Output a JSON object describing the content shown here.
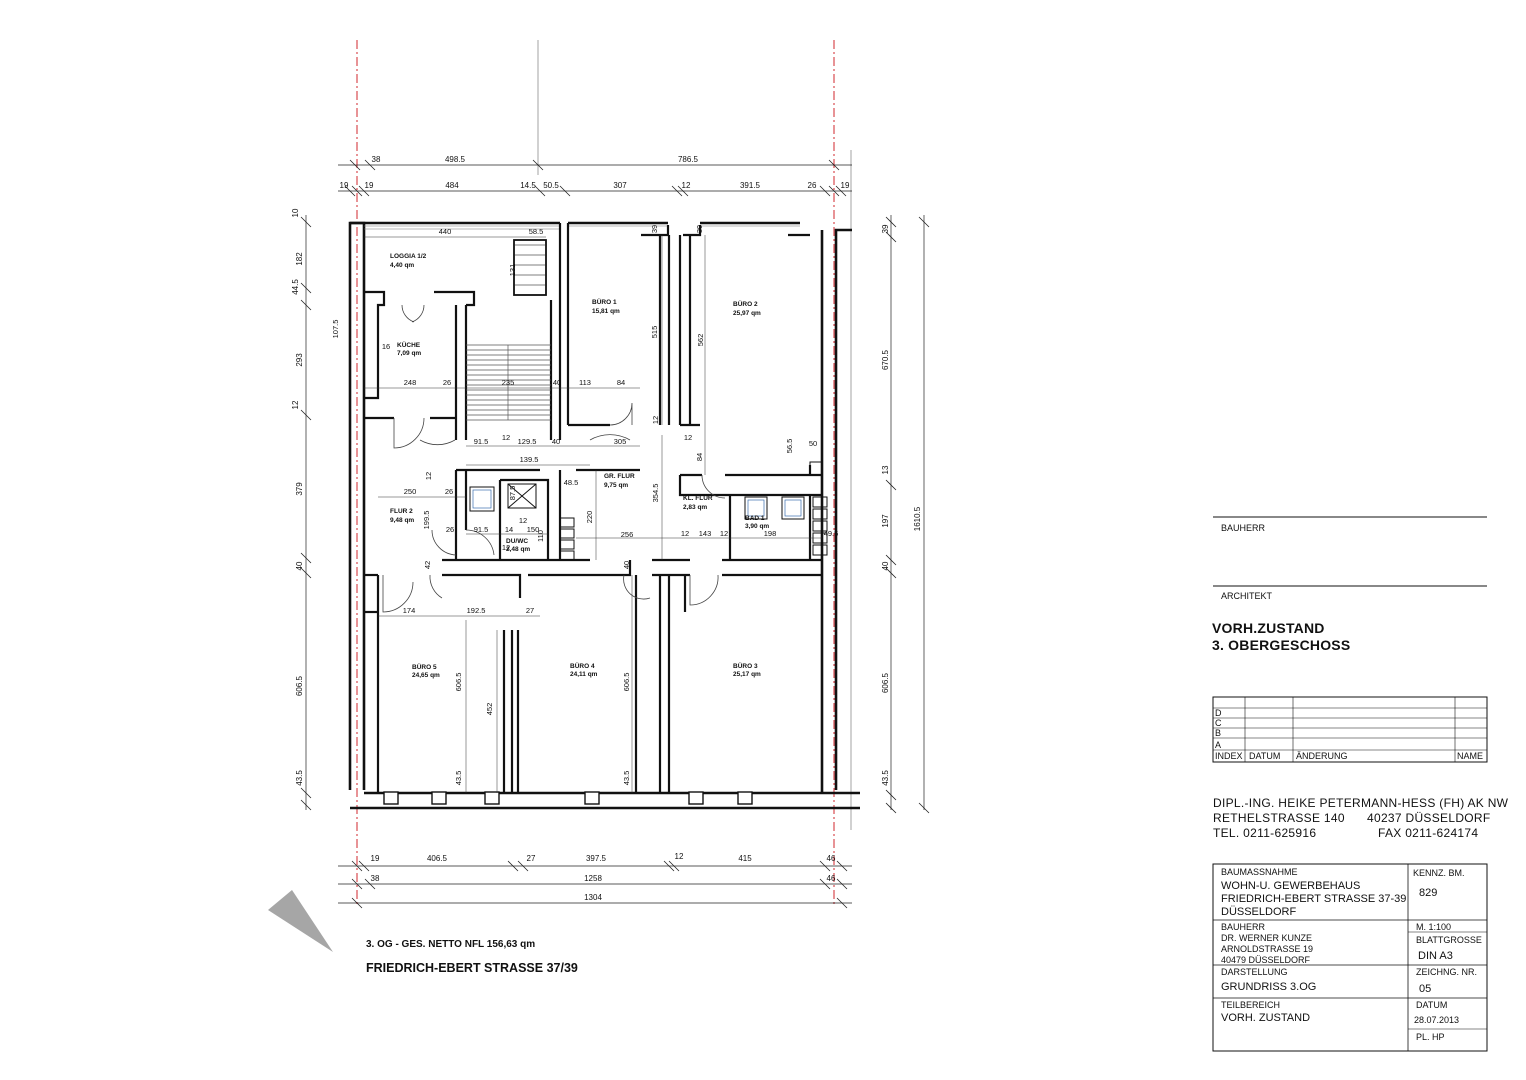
{
  "plan": {
    "caption_area": "3. OG - GES. NETTO NFL  156,63 qm",
    "caption_street": "FRIEDRICH-EBERT STRASSE 37/39",
    "rooms": [
      {
        "name": "LOGGIA 1/2",
        "area": "4,40 qm"
      },
      {
        "name": "KÜCHE",
        "area": "7,09 qm"
      },
      {
        "name": "BÜRO 1",
        "area": "15,81 qm"
      },
      {
        "name": "BÜRO 2",
        "area": "25,97 qm"
      },
      {
        "name": "FLUR 2",
        "area": "9,48 qm"
      },
      {
        "name": "GR. FLUR",
        "area": "9,75 qm"
      },
      {
        "name": "KL. FLUR",
        "area": "2,83 qm"
      },
      {
        "name": "BAD 1",
        "area": "3,90 qm"
      },
      {
        "name": "DU/WC",
        "area": "2,48 qm"
      },
      {
        "name": "BÜRO 5",
        "area": "24,65 qm"
      },
      {
        "name": "BÜRO 4",
        "area": "24,11 qm"
      },
      {
        "name": "BÜRO 3",
        "area": "25,17 qm"
      }
    ],
    "dims_top1": [
      "38",
      "498.5",
      "786.5"
    ],
    "dims_top2": [
      "19",
      "19",
      "484",
      "14.5",
      "50.5",
      "307",
      "12",
      "391.5",
      "26",
      "19"
    ],
    "dims_bottom1": [
      "19",
      "406.5",
      "27",
      "397.5",
      "12",
      "415",
      "46"
    ],
    "dims_bottom2": [
      "38",
      "1258",
      "46"
    ],
    "dims_bottom3": [
      "1304"
    ],
    "dims_left": [
      "10",
      "182",
      "44.5",
      "293",
      "12",
      "379",
      "40",
      "606.5",
      "43.5"
    ],
    "dims_right": [
      "39",
      "670.5",
      "13",
      "197",
      "40",
      "606.5",
      "43.5"
    ],
    "dim_total_right": "1610.5",
    "dims_inner": [
      "440",
      "58.5",
      "131",
      "39",
      "39",
      "107.5",
      "16",
      "248",
      "26",
      "235",
      "40",
      "113",
      "84",
      "515",
      "562",
      "12",
      "91.5",
      "12",
      "129.5",
      "40",
      "305",
      "12",
      "84",
      "56.5",
      "50",
      "139.5",
      "12",
      "250",
      "26",
      "87.5",
      "48.5",
      "354.5",
      "199.5",
      "26",
      "91.5",
      "14",
      "150",
      "110",
      "220",
      "256",
      "12",
      "143",
      "12",
      "198",
      "49.5",
      "42",
      "40",
      "174",
      "192.5",
      "27",
      "606.5",
      "452",
      "606.5",
      "43.5",
      "43.5",
      "12",
      "12"
    ]
  },
  "title_block": {
    "bauherr_label": "BAUHERR",
    "architekt_label": "ARCHITEKT",
    "heading_line1": "VORH.ZUSTAND",
    "heading_line2": "3. OBERGESCHOSS",
    "revision_rows": [
      "D",
      "C",
      "B",
      "A"
    ],
    "revision_headers": [
      "INDEX",
      "DATUM",
      "ÄNDERUNG",
      "NAME"
    ],
    "architect_name": "DIPL.-ING. HEIKE PETERMANN-HESS  (FH) AK NW",
    "architect_street": "RETHELSTRASSE 140",
    "architect_city": "40237 DÜSSELDORF",
    "architect_tel": "TEL. 0211-625916",
    "architect_fax": "FAX 0211-624174",
    "baumassnahme_label": "BAUMASSNAHME",
    "baumassnahme_line1": "WOHN-U. GEWERBEHAUS",
    "baumassnahme_line2": "FRIEDRICH-EBERT STRASSE 37-39",
    "baumassnahme_line3": "DÜSSELDORF",
    "kennz_label": "KENNZ. BM.",
    "kennz_value": "829",
    "bauherr2_label": "BAUHERR",
    "bauherr2_line1": "DR. WERNER KUNZE",
    "bauherr2_line2": "ARNOLDSTRASSE 19",
    "bauherr2_line3": "40479 DÜSSELDORF",
    "massstab": "M. 1:100",
    "blattgrosse_label": "BLATTGROSSE",
    "blattgrosse_value": "DIN A3",
    "darstellung_label": "DARSTELLUNG",
    "darstellung_value": "GRUNDRISS  3.OG",
    "zeichnr_label": "ZEICHNG. NR.",
    "zeichnr_value": "05",
    "teilbereich_label": "TEILBEREICH",
    "teilbereich_value": "VORH. ZUSTAND",
    "datum_label": "DATUM",
    "datum_value": "28.07.2013",
    "planer": "PL.  HP"
  }
}
